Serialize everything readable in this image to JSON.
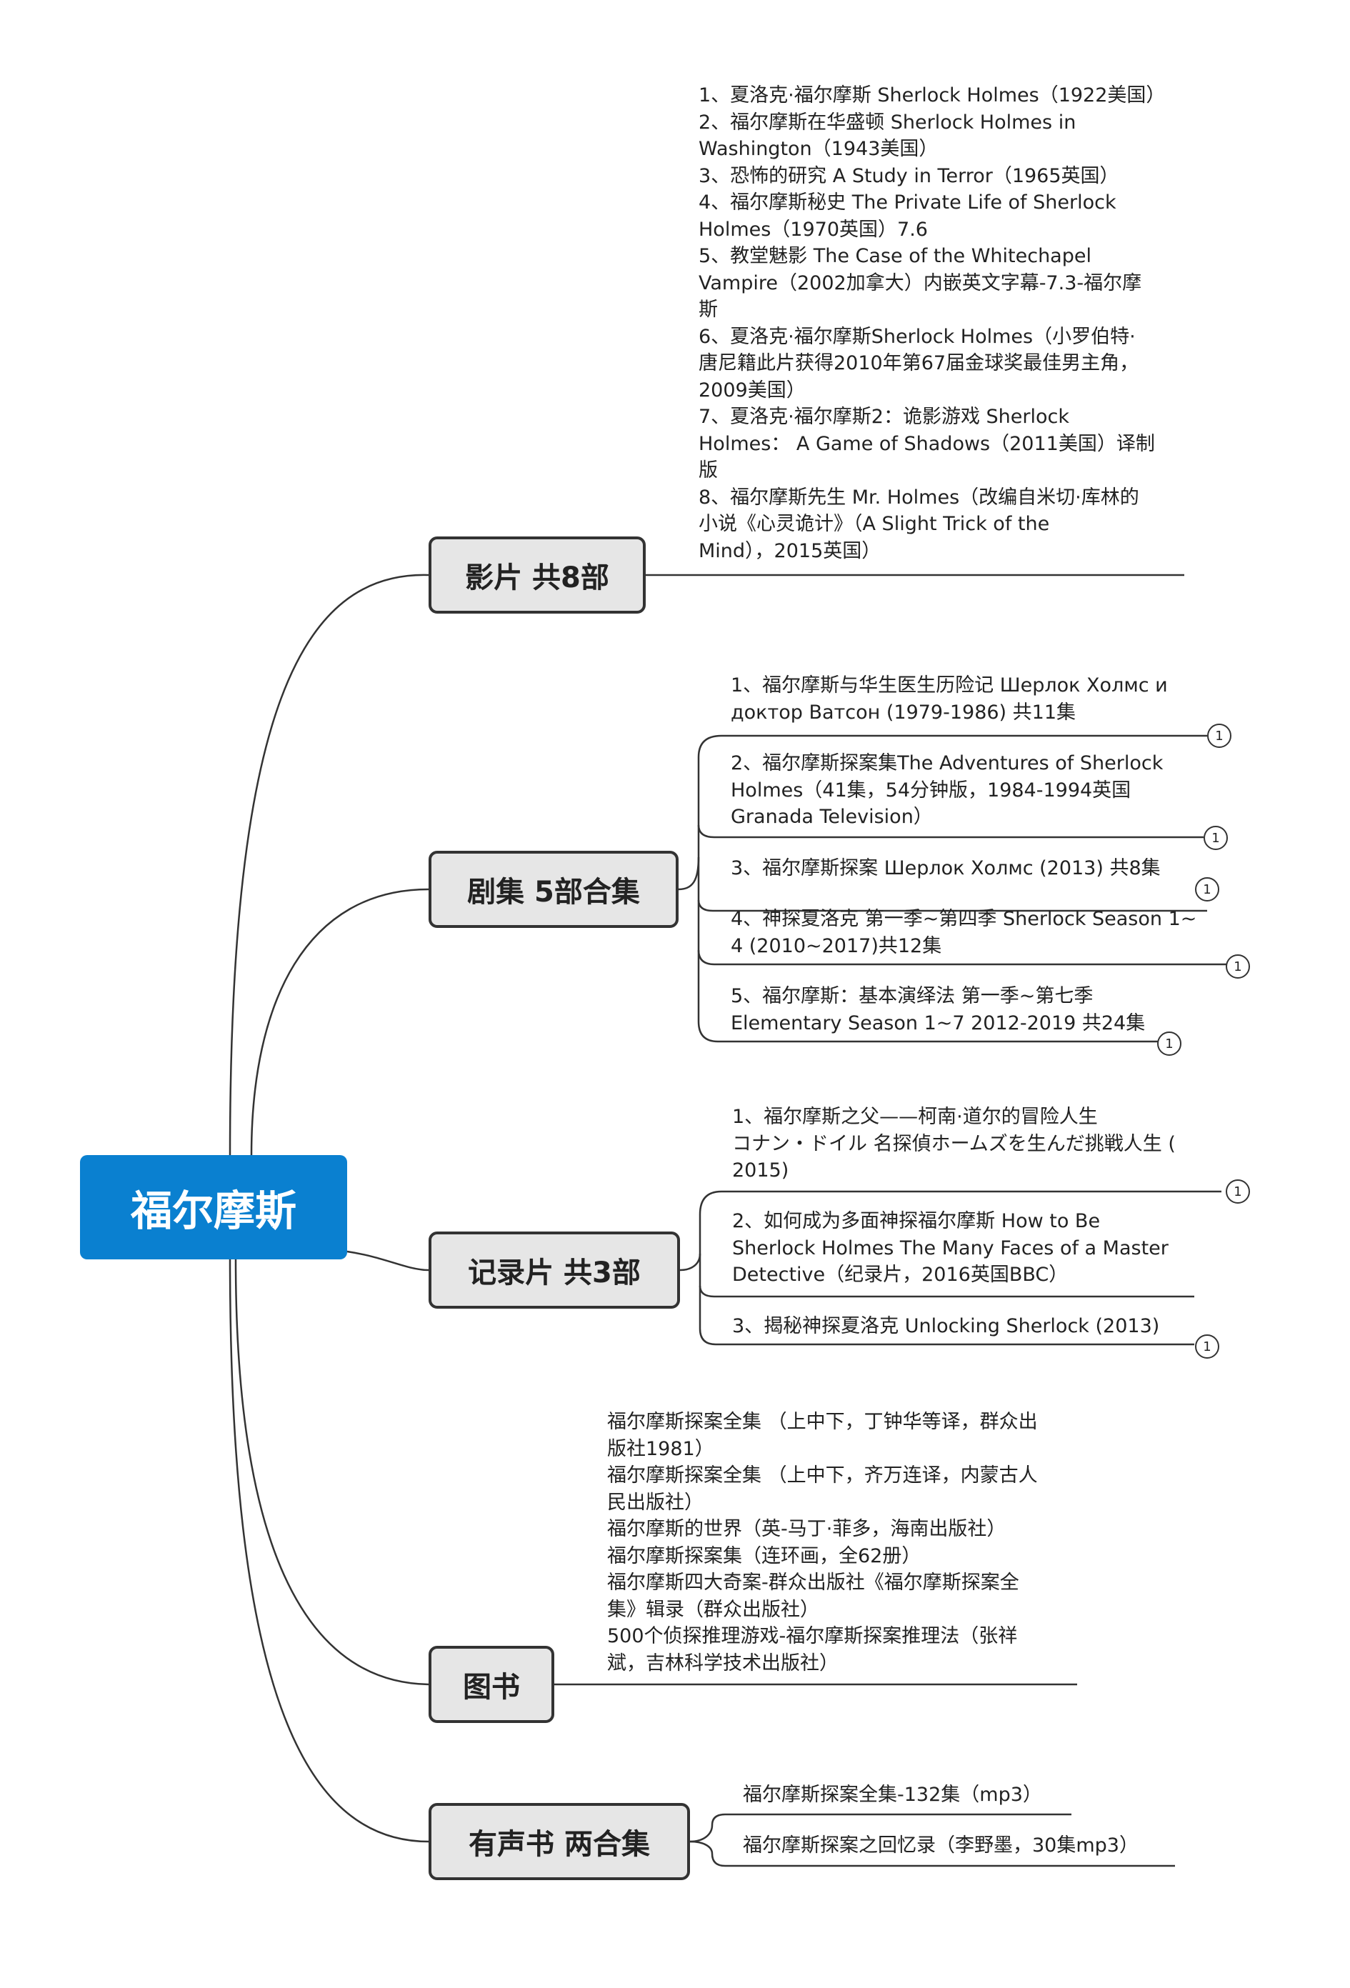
{
  "root": {
    "label": "福尔摩斯"
  },
  "branches": {
    "films": {
      "label": "影片 共8部",
      "text": [
        "1、夏洛克·福尔摩斯 Sherlock Holmes（1922美国）",
        "2、福尔摩斯在华盛顿 Sherlock Holmes in",
        "Washington（1943美国）",
        "3、恐怖的研究 A Study in Terror（1965英国）",
        "4、福尔摩斯秘史 The Private Life of Sherlock",
        "Holmes（1970英国）7.6",
        "5、教堂魅影 The Case of the Whitechapel",
        "Vampire（2002加拿大）内嵌英文字幕-7.3-福尔摩",
        "斯",
        "6、夏洛克·福尔摩斯Sherlock Holmes（小罗伯特·",
        "唐尼籍此片获得2010年第67届金球奖最佳男主角，",
        "2009美国）",
        "7、夏洛克·福尔摩斯2：诡影游戏 Sherlock",
        "Holmes： A Game of Shadows（2011美国）译制",
        "版",
        "8、福尔摩斯先生 Mr. Holmes（改编自米切·库林的",
        "小说《心灵诡计》（A Slight Trick of the",
        "Mind），2015英国）"
      ]
    },
    "series": {
      "label": "剧集 5部合集",
      "items": [
        {
          "lines": [
            "1、福尔摩斯与华生医生历险记 Шерлок Холмс и",
            "доктор Ватсон (1979-1986) 共11集"
          ],
          "badge": "1"
        },
        {
          "lines": [
            "2、福尔摩斯探案集The Adventures of Sherlock",
            "Holmes（41集，54分钟版，1984-1994英国",
            "Granada Television）"
          ],
          "badge": "1"
        },
        {
          "lines": [
            "3、福尔摩斯探案 Шерлок Холмс (2013) 共8集"
          ],
          "badge": "1"
        },
        {
          "lines": [
            "4、神探夏洛克 第一季~第四季 Sherlock Season 1~",
            "4 (2010~2017)共12集"
          ],
          "badge": "1"
        },
        {
          "lines": [
            "5、福尔摩斯：基本演绎法 第一季~第七季",
            "Elementary Season 1~7 2012-2019 共24集"
          ],
          "badge": "1"
        }
      ]
    },
    "documentaries": {
      "label": "记录片 共3部",
      "items": [
        {
          "lines": [
            "1、福尔摩斯之父——柯南·道尔的冒险人生",
            "コナン・ドイル 名探偵ホームズを生んだ挑戦人生 (",
            "2015)"
          ],
          "badge": "1"
        },
        {
          "lines": [
            "2、如何成为多面神探福尔摩斯 How to Be",
            "Sherlock Holmes The Many Faces of a Master",
            "Detective（纪录片，2016英国BBC）"
          ]
        },
        {
          "lines": [
            "3、揭秘神探夏洛克 Unlocking Sherlock (2013)"
          ],
          "badge": "1"
        }
      ]
    },
    "books": {
      "label": "图书",
      "text": [
        "福尔摩斯探案全集 （上中下，丁钟华等译，群众出",
        "版社1981）",
        "福尔摩斯探案全集 （上中下，齐万连译，内蒙古人",
        "民出版社）",
        "福尔摩斯的世界（英-马丁·菲多，海南出版社）",
        "福尔摩斯探案集（连环画，全62册）",
        "福尔摩斯四大奇案-群众出版社《福尔摩斯探案全",
        "集》辑录（群众出版社）",
        "500个侦探推理游戏-福尔摩斯探案推理法（张祥",
        "斌，吉林科学技术出版社）"
      ]
    },
    "audiobooks": {
      "label": "有声书 两合集",
      "items": [
        {
          "lines": [
            "福尔摩斯探案全集-132集（mp3）"
          ]
        },
        {
          "lines": [
            "福尔摩斯探案之回忆录（李野墨，30集mp3）"
          ]
        }
      ]
    }
  }
}
